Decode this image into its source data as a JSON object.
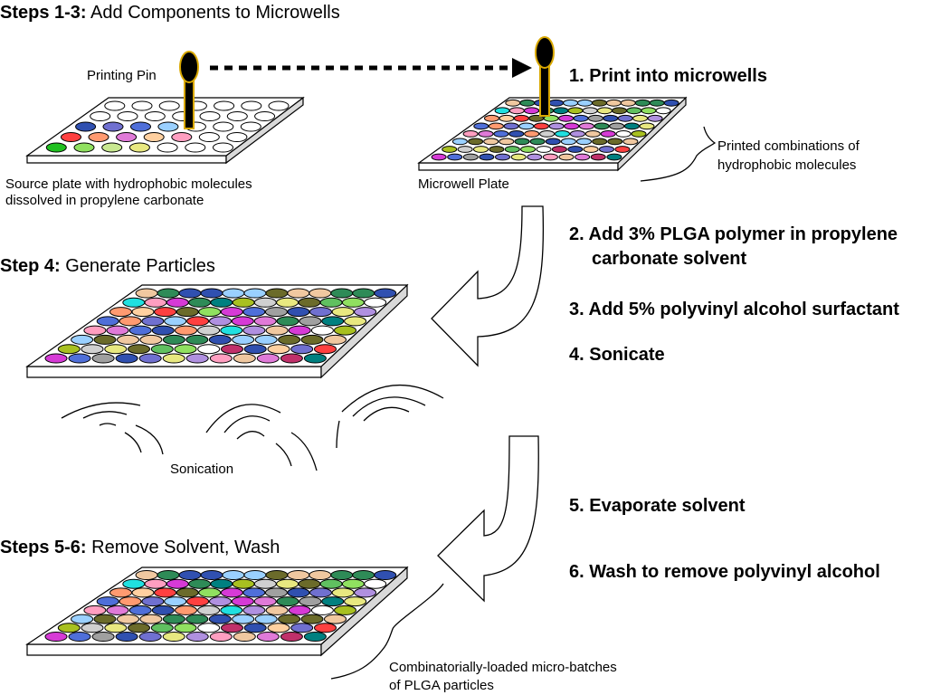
{
  "headings": {
    "steps_1_3": {
      "bold": "Steps 1-3:",
      "rest": " Add Components to Microwells"
    },
    "step_4": {
      "bold": "Step 4:",
      "rest": " Generate Particles"
    },
    "steps_5_6": {
      "bold": "Steps 5-6:",
      "rest": " Remove Solvent, Wash"
    }
  },
  "steps": {
    "s1": "1. Print into microwells",
    "s2_line1": "2. Add 3% PLGA polymer in propylene",
    "s2_line2": "carbonate solvent",
    "s3": "3. Add 5% polyvinyl alcohol surfactant",
    "s4": "4. Sonicate",
    "s5": "5. Evaporate solvent",
    "s6": "6. Wash to remove polyvinyl alcohol"
  },
  "labels": {
    "printing_pin": "Printing Pin",
    "source_plate_line1": "Source plate with hydrophobic molecules",
    "source_plate_line2": "dissolved in propylene carbonate",
    "microwell_plate": "Microwell Plate",
    "printed_combos_line1": "Printed combinations of",
    "printed_combos_line2": "hydrophobic molecules",
    "sonication": "Sonication",
    "micro_batches_line1": "Combinatorially-loaded micro-batches",
    "micro_batches_line2": "of PLGA particles"
  },
  "colors": {
    "pin_head": "#000000",
    "pin_outline": "#d9a800",
    "plate_fill": "#ffffff",
    "plate_side": "#d9d9d9",
    "well_palette": [
      "#d63ad6",
      "#ffffff",
      "#e07ad8",
      "#4f6fd9",
      "#2e8b57",
      "#c0306a",
      "#a0a0a0",
      "#a8c020",
      "#008080",
      "#3050b0",
      "#ff9a70",
      "#d0d0d0",
      "#7070d0",
      "#ffd0a0",
      "#9ad0ff",
      "#e8e880",
      "#ff4040",
      "#20e0e0",
      "#b090e0",
      "#6b6b2a",
      "#000000",
      "#ff9ec0",
      "#90e060",
      "#60c060",
      "#f0c8a0"
    ]
  }
}
